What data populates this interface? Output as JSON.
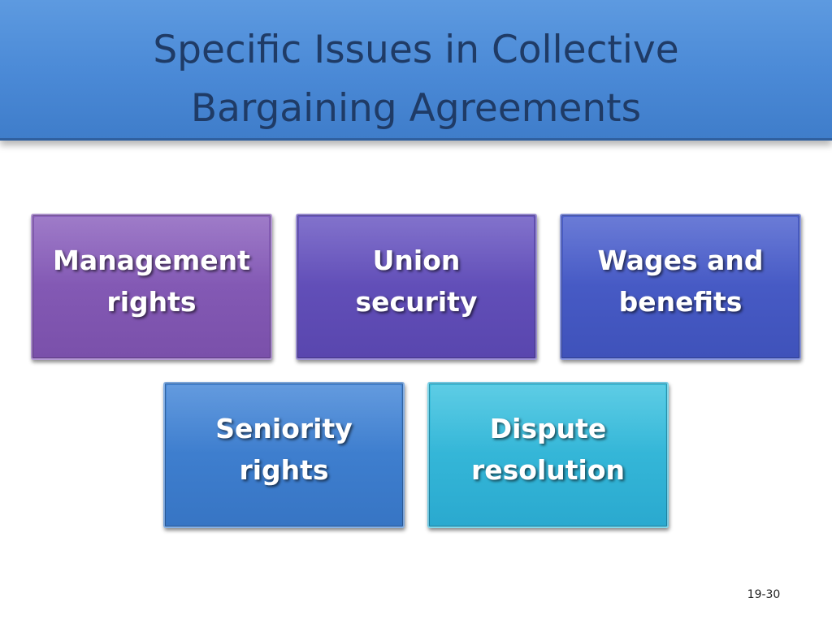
{
  "title": {
    "line1": "Specific Issues in Collective",
    "line2": "Bargaining Agreements"
  },
  "boxes": [
    {
      "line1": "Management",
      "line2": "rights",
      "color": "#7f56b2"
    },
    {
      "line1": "Union",
      "line2": "security",
      "color": "#5f4cb8"
    },
    {
      "line1": "Wages and",
      "line2": "benefits",
      "color": "#4558c4"
    },
    {
      "line1": "Seniority",
      "line2": "rights",
      "color": "#3b7ccc"
    },
    {
      "line1": "Dispute",
      "line2": "resolution",
      "color": "#33b6d8"
    }
  ],
  "slide_number": "19-30",
  "colors": {
    "title_bar": "#4a89d6",
    "title_text": "#1f3b66"
  }
}
